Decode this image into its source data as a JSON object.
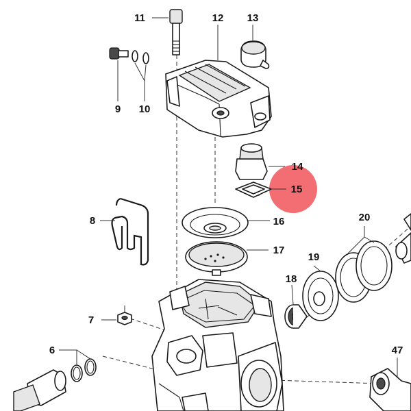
{
  "diagram": {
    "highlight_color": "#f0555a",
    "highlighted_callout": "15",
    "callouts": {
      "c6": "6",
      "c7": "7",
      "c8": "8",
      "c9": "9",
      "c10": "10",
      "c11": "11",
      "c12": "12",
      "c13": "13",
      "c14": "14",
      "c15": "15",
      "c16": "16",
      "c17": "17",
      "c18": "18",
      "c19": "19",
      "c20": "20",
      "c47": "47"
    }
  }
}
